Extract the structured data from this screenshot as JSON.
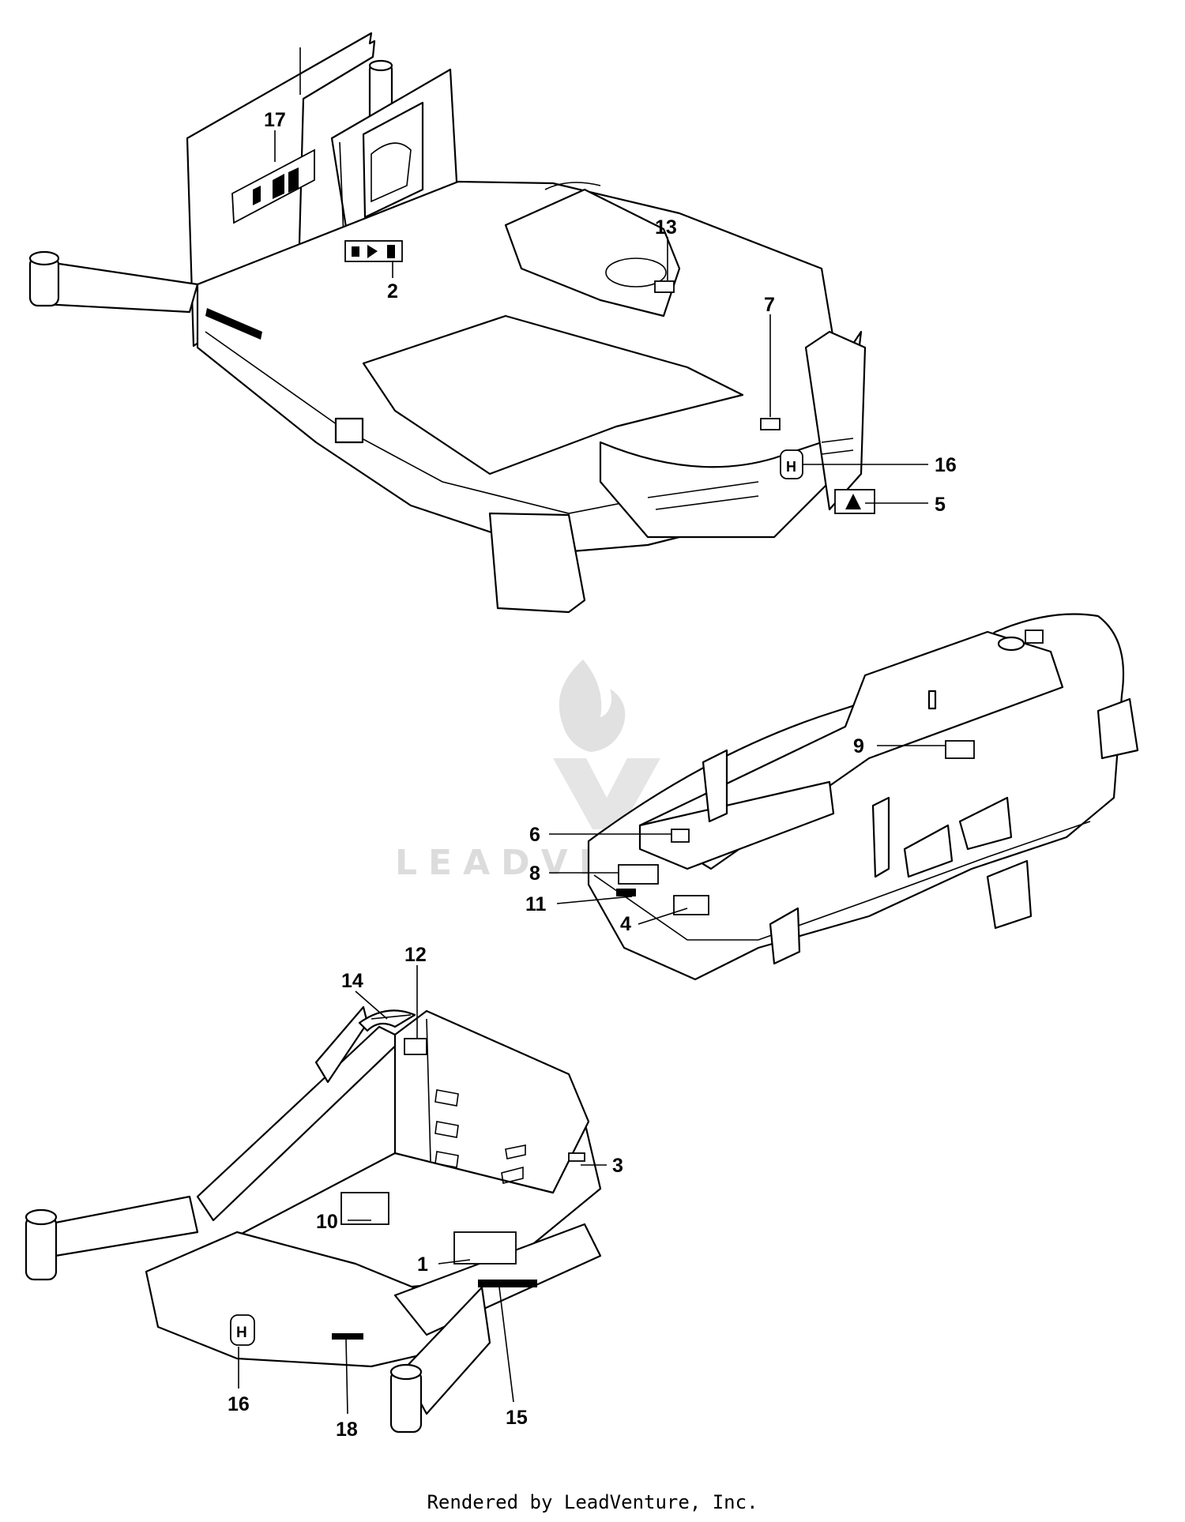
{
  "watermark": {
    "text": "LEADVENTURE",
    "color": "#d9d9d9"
  },
  "footer": {
    "text": "Rendered by LeadVenture, Inc."
  },
  "callouts": [
    {
      "id": "17",
      "label": "17"
    },
    {
      "id": "2",
      "label": "2"
    },
    {
      "id": "13",
      "label": "13"
    },
    {
      "id": "7",
      "label": "7"
    },
    {
      "id": "16a",
      "label": "16"
    },
    {
      "id": "5",
      "label": "5"
    },
    {
      "id": "9",
      "label": "9"
    },
    {
      "id": "6",
      "label": "6"
    },
    {
      "id": "8",
      "label": "8"
    },
    {
      "id": "11",
      "label": "11"
    },
    {
      "id": "4",
      "label": "4"
    },
    {
      "id": "12",
      "label": "12"
    },
    {
      "id": "14",
      "label": "14"
    },
    {
      "id": "3",
      "label": "3"
    },
    {
      "id": "10",
      "label": "10"
    },
    {
      "id": "1",
      "label": "1"
    },
    {
      "id": "16b",
      "label": "16"
    },
    {
      "id": "18",
      "label": "18"
    },
    {
      "id": "15",
      "label": "15"
    }
  ]
}
